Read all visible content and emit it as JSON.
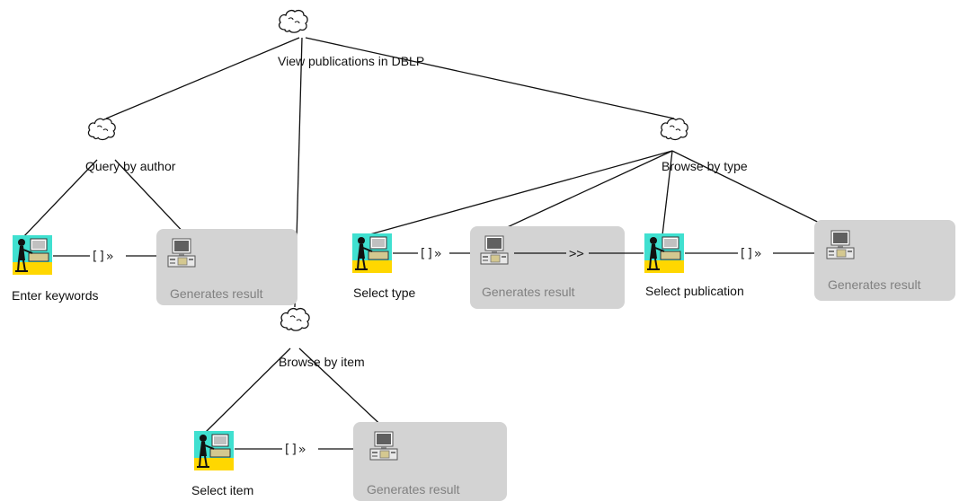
{
  "tasks": {
    "root": "View publications in DBLP",
    "query_by_author": "Query by author",
    "browse_by_type": "Browse by type",
    "browse_by_item": "Browse by item",
    "enter_keywords": "Enter keywords",
    "select_type": "Select type",
    "select_publication": "Select publication",
    "select_item": "Select item",
    "generates_result": "Generates result"
  },
  "operators": {
    "enabling_info": "[]»",
    "enabling": ">>"
  },
  "colors": {
    "system_box": "#d3d3d3",
    "system_text": "#808080",
    "user_bg": "#40e0d0",
    "user_floor": "#ffd700",
    "line": "#111111"
  },
  "icons": {
    "abstract_task": "cloud-icon",
    "interaction_task": "user-at-computer-icon",
    "application_task": "computer-icon"
  }
}
